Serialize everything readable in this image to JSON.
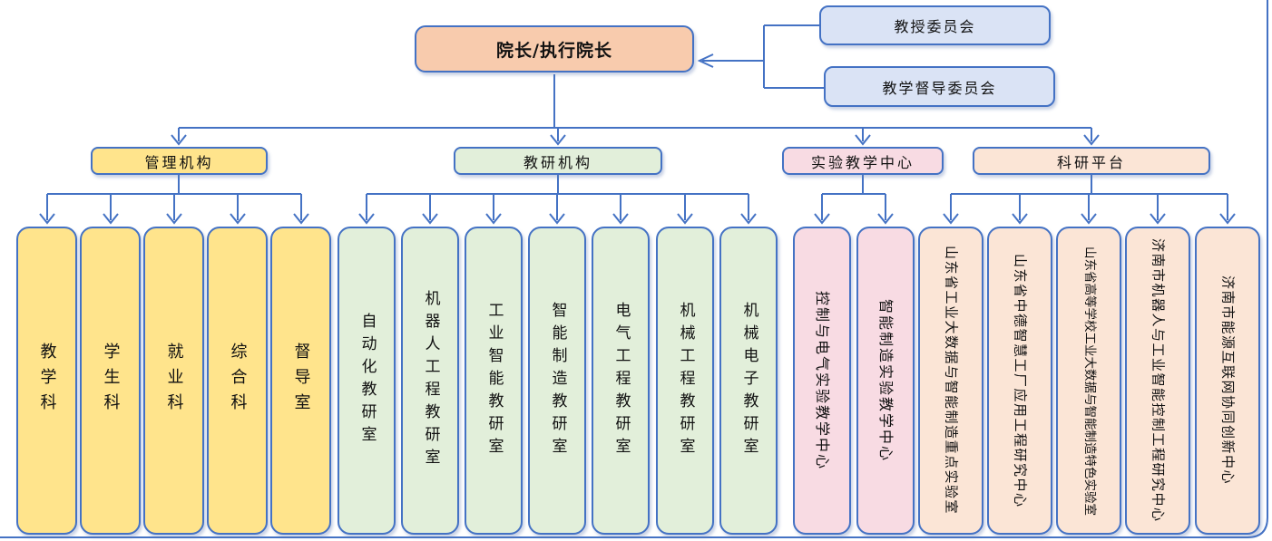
{
  "line_color": "#4472C4",
  "root": {
    "label": "院长/执行院长",
    "color": "#F8CBAD"
  },
  "committees": {
    "color": "#DAE3F5",
    "items": [
      "教授委员会",
      "教学督导委员会"
    ]
  },
  "branches": [
    {
      "label": "管理机构",
      "color": "#FFE48C",
      "children": [
        "教学科",
        "学生科",
        "就业科",
        "综合科",
        "督导室"
      ]
    },
    {
      "label": "教研机构",
      "color": "#E2EFDA",
      "children": [
        "自动化教研室",
        "机器人工程教研室",
        "工业智能教研室",
        "智能制造教研室",
        "电气工程教研室",
        "机械工程教研室",
        "机械电子教研室"
      ]
    },
    {
      "label": "实验教学中心",
      "color": "#F8DBE3",
      "children": [
        "控制与电气实验教学中心",
        "智能制造实验教学中心"
      ]
    },
    {
      "label": "科研平台",
      "color": "#FBE5D6",
      "children": [
        "山东省工业大数据与智能制造重点实验室",
        "山东省中德智慧工厂应用工程研究中心",
        "山东省高等学校工业大数据与智能制造特色实验室",
        "济南市机器人与工业智能控制工程研究中心",
        "济南市能源互联网协同创新中心"
      ]
    }
  ]
}
